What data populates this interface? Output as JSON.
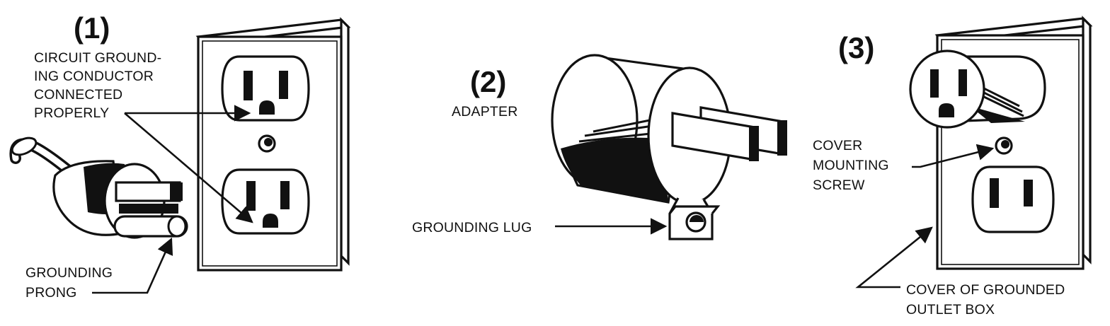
{
  "figure1": {
    "number": "(1)",
    "conductor_label": [
      "CIRCUIT GROUND-",
      "ING CONDUCTOR",
      "CONNECTED",
      "PROPERLY"
    ],
    "prong_label": [
      "GROUNDING",
      "PRONG"
    ]
  },
  "figure2": {
    "number": "(2)",
    "adapter_label": "ADAPTER",
    "lug_label": "GROUNDING LUG"
  },
  "figure3": {
    "number": "(3)",
    "screw_label": [
      "COVER",
      "MOUNTING",
      "SCREW"
    ],
    "box_label": [
      "COVER OF GROUNDED",
      "OUTLET BOX"
    ]
  },
  "colors": {
    "ink": "#111111",
    "paper": "#ffffff"
  }
}
